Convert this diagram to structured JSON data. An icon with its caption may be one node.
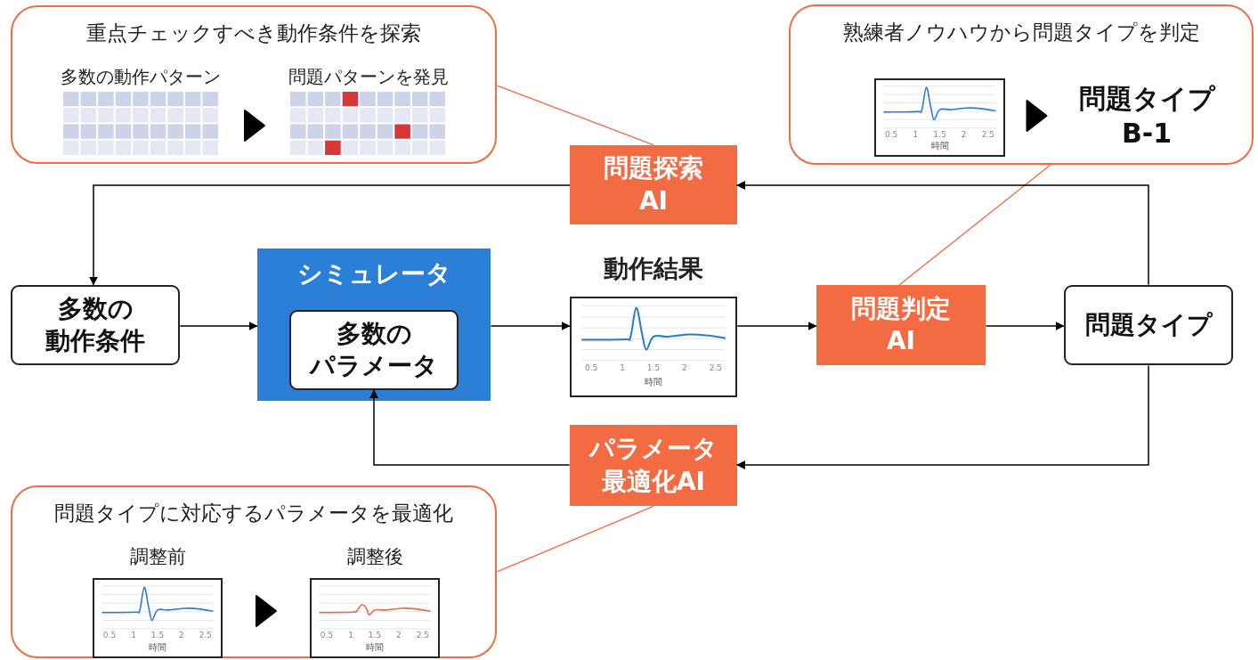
{
  "diagram": {
    "nodes": [
      {
        "text": [
          "重点チェックすべき動作条件を探索"
        ]
      },
      {
        "text": [
          "多数の動作パターン"
        ],
        "in": 0
      },
      {
        "text": [
          "問題パターンを発見"
        ],
        "in": 0
      },
      {
        "text": [
          "熟練者ノウハウから問題タイプを判定"
        ]
      },
      {
        "text": [],
        "shape": "chart",
        "in": 3
      },
      {
        "text": [
          "問題タイプB-1"
        ],
        "in": 3
      },
      {
        "text": [
          "問題探索AI"
        ]
      },
      {
        "text": [
          "多数の動作条件"
        ]
      },
      {
        "text": [
          "シミュレータ"
        ]
      },
      {
        "text": [
          "多数のパラメータ"
        ],
        "in": 8
      },
      {
        "text": [
          "動作結果"
        ]
      },
      {
        "text": [
          "問題判定AI"
        ]
      },
      {
        "text": [
          "問題タイプ"
        ]
      },
      {
        "text": [
          "パラメータ最適化AI"
        ]
      },
      {
        "text": [
          "問題タイプに対応するパラメータを最適化"
        ]
      },
      {
        "text": [
          "調整前"
        ],
        "in": 14
      },
      {
        "text": [
          "調整後"
        ],
        "in": 14
      }
    ],
    "edges": [
      {
        "from": 1,
        "to": 2,
        "arrow": "to"
      },
      {
        "from": 4,
        "to": 5,
        "arrow": "to"
      },
      {
        "from": 0,
        "to": 6,
        "arrow": "none",
        "color": "#f26b43"
      },
      {
        "from": 3,
        "to": 11,
        "arrow": "none",
        "color": "#f26b43"
      },
      {
        "from": 12,
        "to": 6,
        "arrow": "to"
      },
      {
        "from": 6,
        "to": 7,
        "arrow": "to"
      },
      {
        "from": 7,
        "to": 8,
        "arrow": "to"
      },
      {
        "from": 8,
        "to": 10,
        "arrow": "to"
      },
      {
        "from": 10,
        "to": 11,
        "arrow": "to"
      },
      {
        "from": 11,
        "to": 12,
        "arrow": "to"
      },
      {
        "from": 12,
        "to": 13,
        "arrow": "to"
      },
      {
        "from": 13,
        "to": 9,
        "arrow": "to"
      },
      {
        "from": 14,
        "to": 13,
        "arrow": "none",
        "color": "#f26b43"
      },
      {
        "from": 15,
        "to": 16,
        "arrow": "to"
      }
    ],
    "labels": [
      "0.5",
      "1",
      "1.5",
      "2",
      "2.5",
      "時間",
      "0.5",
      "1",
      "1.5",
      "2",
      "2.5",
      "時間",
      "0.5",
      "1",
      "1.5",
      "2",
      "2.5",
      "時間",
      "0.5",
      "1",
      "1.5",
      "2",
      "2.5",
      "時間"
    ]
  }
}
